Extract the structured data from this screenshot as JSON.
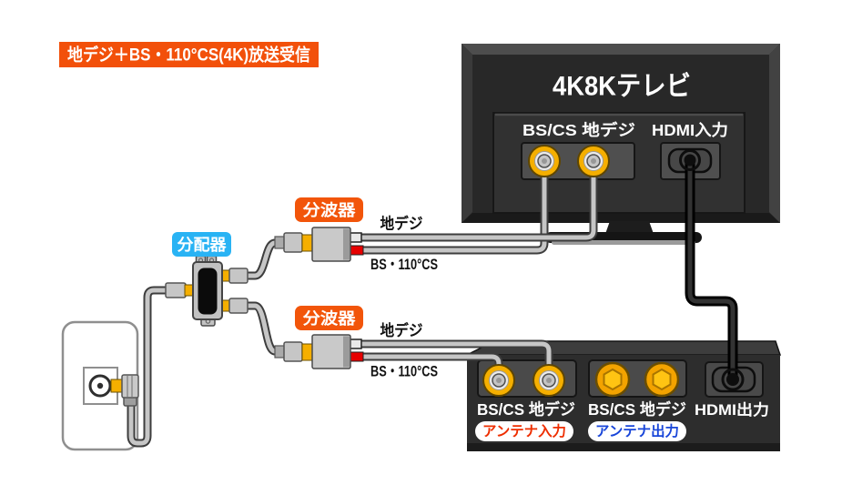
{
  "banner": {
    "text": "地デジ＋BS・110°CS(4K)放送受信"
  },
  "tv": {
    "title": "4K8Kテレビ",
    "antenna_label": "BS/CS 地デジ",
    "hdmi_label": "HDMI入力"
  },
  "distributor": {
    "label": "分配器"
  },
  "splitters": {
    "upper_label": "分波器",
    "lower_label": "分波器"
  },
  "cables": {
    "upper_terrestrial": "地デジ",
    "upper_satellite": "BS・110°CS",
    "lower_terrestrial": "地デジ",
    "lower_satellite": "BS・110°CS"
  },
  "recorder": {
    "input_label": "BS/CS 地デジ",
    "output_label": "BS/CS 地デジ",
    "input_badge": "アンテナ入力",
    "output_badge": "アンテナ出力",
    "hdmi_label": "HDMI出力"
  },
  "colors": {
    "banner_bg": "#F2500A",
    "splitter_bg": "#F2550A",
    "distributor_bg": "#29B3F4",
    "input_badge_text": "#EE2E00",
    "output_badge_text": "#1946D9",
    "satellite_band": "#E60000",
    "connector_gold": "#F5AF00"
  }
}
